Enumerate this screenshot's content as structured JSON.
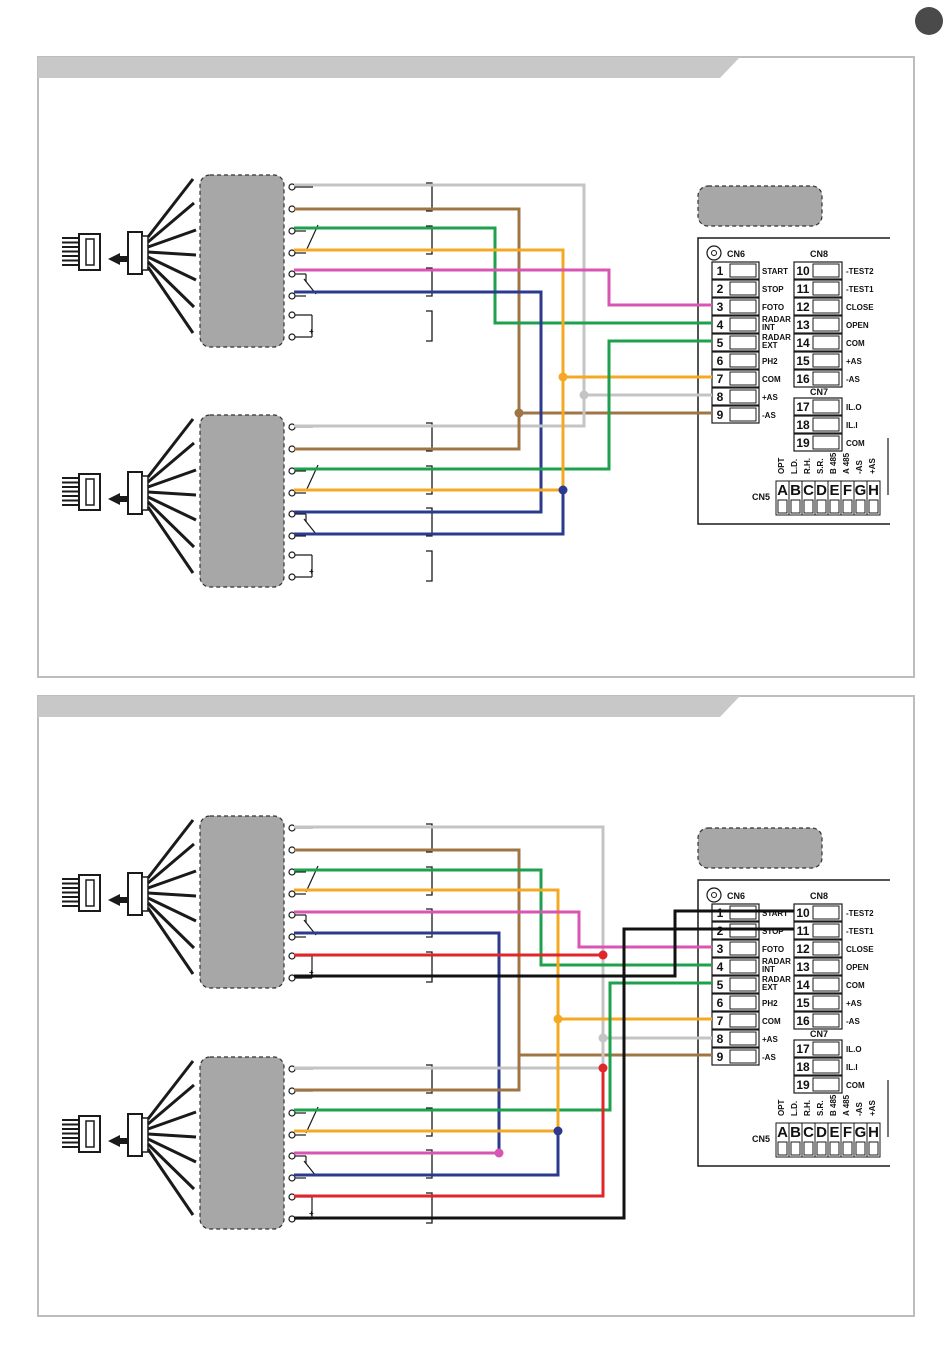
{
  "colors": {
    "panel_border": "#bdbdbd",
    "header_bar": "#c8c8c8",
    "module_fill": "#a7a7a7",
    "ink": "#1a1a1a",
    "wires": {
      "grey": "#c4c4c4",
      "brown": "#a07546",
      "green": "#1ea04c",
      "orange": "#f4a823",
      "pink": "#d955b3",
      "blue": "#2b3a8e",
      "red": "#e0262b",
      "black": "#111111"
    }
  },
  "cn6": {
    "title": "CN6",
    "terminals": [
      {
        "num": "1",
        "label": "START"
      },
      {
        "num": "2",
        "label": "STOP"
      },
      {
        "num": "3",
        "label": "FOTO"
      },
      {
        "num": "4",
        "label": "RADAR",
        "label2": "INT"
      },
      {
        "num": "5",
        "label": "RADAR",
        "label2": "EXT"
      },
      {
        "num": "6",
        "label": "PH2"
      },
      {
        "num": "7",
        "label": "COM"
      },
      {
        "num": "8",
        "label": "+AS"
      },
      {
        "num": "9",
        "label": "-AS"
      }
    ]
  },
  "cn8": {
    "title": "CN8",
    "terminals": [
      {
        "num": "10",
        "label": "-TEST2"
      },
      {
        "num": "11",
        "label": "-TEST1"
      },
      {
        "num": "12",
        "label": "CLOSE"
      },
      {
        "num": "13",
        "label": "OPEN"
      },
      {
        "num": "14",
        "label": "COM"
      },
      {
        "num": "15",
        "label": "+AS"
      },
      {
        "num": "16",
        "label": "-AS"
      }
    ]
  },
  "cn7": {
    "title": "CN7",
    "terminals": [
      {
        "num": "17",
        "label": "IL.O"
      },
      {
        "num": "18",
        "label": "IL.I"
      },
      {
        "num": "19",
        "label": "COM"
      }
    ]
  },
  "cn5": {
    "title": "CN5",
    "switches": [
      {
        "letter": "A",
        "label": "OPT"
      },
      {
        "letter": "B",
        "label": "L.D."
      },
      {
        "letter": "C",
        "label": "R.H."
      },
      {
        "letter": "D",
        "label": "S.R."
      },
      {
        "letter": "E",
        "label": "B 485"
      },
      {
        "letter": "F",
        "label": "A 485"
      },
      {
        "letter": "G",
        "label": "-AS"
      },
      {
        "letter": "H",
        "label": "+AS"
      }
    ]
  },
  "sensor_symbols": {
    "plus": "+"
  }
}
